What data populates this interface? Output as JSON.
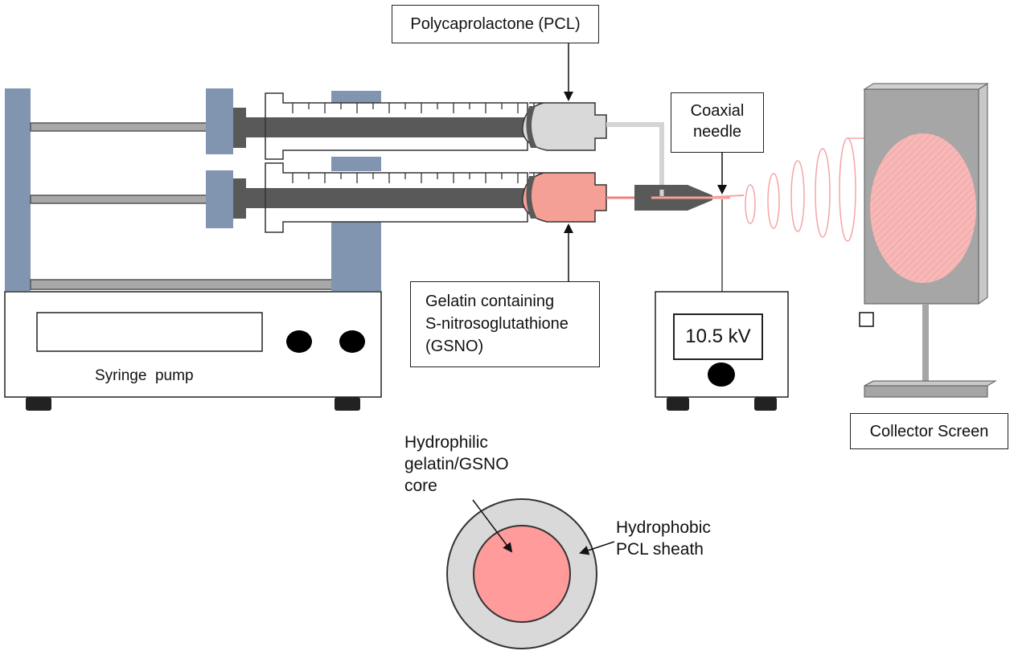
{
  "labels": {
    "pcl": "Polycaprolactone (PCL)",
    "coaxial_needle": [
      "Coaxial",
      "needle"
    ],
    "gelatin": [
      "Gelatin containing",
      "S-nitrosoglutathione",
      "(GSNO)"
    ],
    "syringe_pump": "Syringe  pump",
    "voltage": "10.5 kV",
    "collector": "Collector Screen",
    "core": [
      "Hydrophilic",
      "gelatin/GSNO",
      "core"
    ],
    "sheath": [
      "Hydrophobic",
      "PCL sheath"
    ]
  },
  "colors": {
    "frame": "#8195b0",
    "plunger": "#595959",
    "pcl_fill": "#d9d9d9",
    "gelatin_fill": "#f4a097",
    "rod": "#bfbfbf",
    "core_fill": "#ff9b9b",
    "sheath_fill": "#d9d9d9",
    "collector_fill": "#a6a6a6",
    "fiber_spot": "#f9c1c1"
  }
}
